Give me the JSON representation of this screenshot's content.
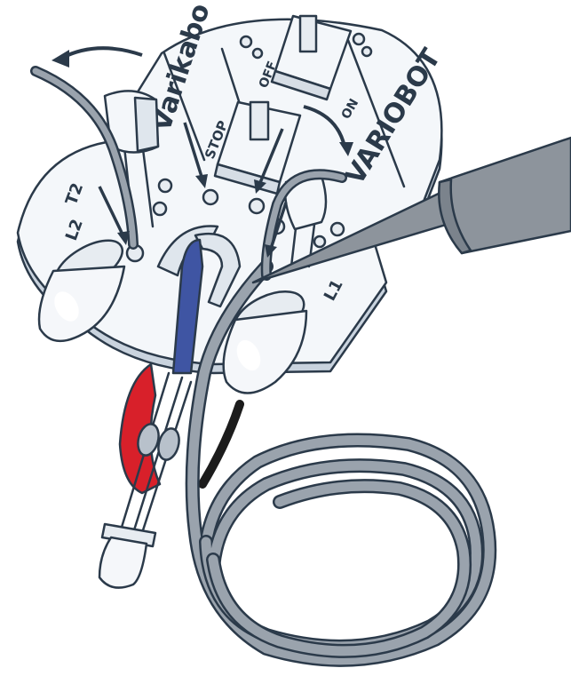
{
  "board": {
    "title_label": "Varikabo",
    "brand_label": "VARIOBOT",
    "stop_label": "STOP",
    "off_label": "OFF",
    "on_label": "ON",
    "t2_label": "T2",
    "l2_label": "L2",
    "l1_label": "L1"
  },
  "colors": {
    "outline": "#2b3a4a",
    "board": "#f4f7fa",
    "board_shadow": "#c9d3de",
    "led": "#f5f7fa",
    "cable": "#9aa3ad",
    "iron": "#8d949c",
    "red_wire": "#d8202a",
    "blue_clip": "#3f55a3",
    "black_wire": "#1c1c1c"
  },
  "icons": [
    "rotate-arrow-icon",
    "insert-arrow-icon"
  ]
}
